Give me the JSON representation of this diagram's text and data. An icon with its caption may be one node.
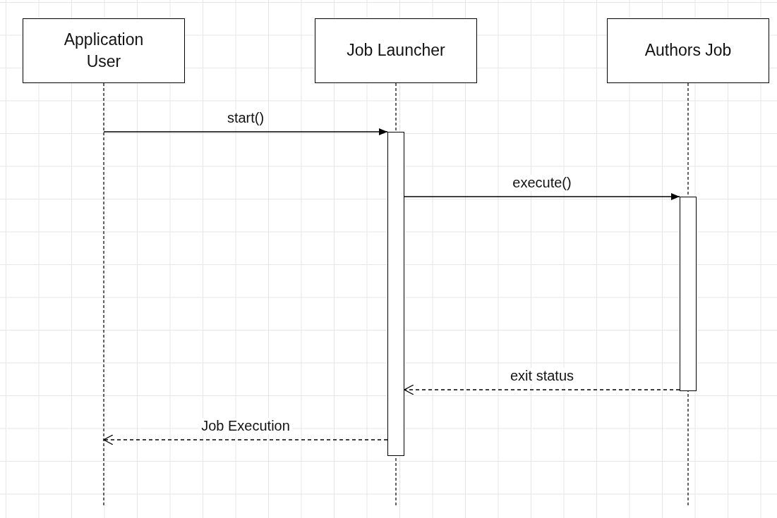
{
  "diagram": {
    "nodes": [
      {
        "text": [
          "Application User"
        ]
      },
      {
        "text": [
          "Job Launcher"
        ]
      },
      {
        "text": [
          "Authors Job"
        ]
      },
      {
        "text": [],
        "shape": "bar",
        "in": 1
      },
      {
        "text": [],
        "shape": "bar",
        "in": 2
      }
    ],
    "edges": [
      {
        "from": 0,
        "to": 3,
        "arrow": "to",
        "label": "start()"
      },
      {
        "from": 3,
        "to": 4,
        "arrow": "to",
        "label": "execute()"
      },
      {
        "from": 4,
        "to": 3,
        "arrow": "to",
        "label": "exit status",
        "style": "dashed"
      },
      {
        "from": 3,
        "to": 0,
        "arrow": "to",
        "label": "Job Execution",
        "style": "dashed"
      }
    ]
  }
}
